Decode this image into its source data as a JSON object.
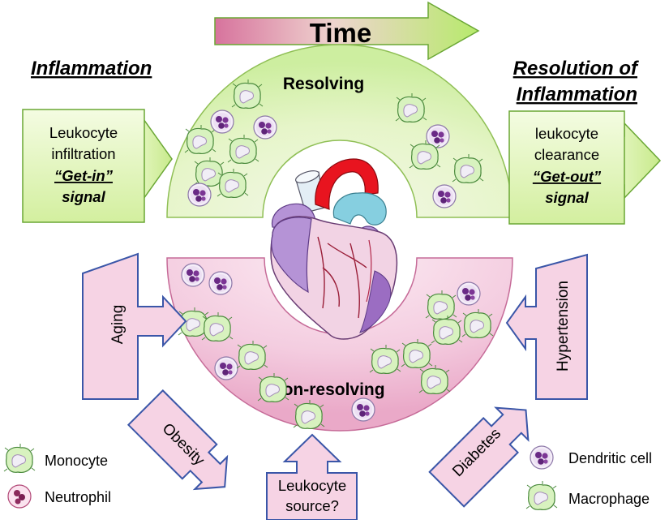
{
  "header": {
    "time_label": "Time"
  },
  "left_title": {
    "line1": "Inflammation"
  },
  "right_title": {
    "line1": "Resolution of",
    "line2": "Inflammation"
  },
  "arc_labels": {
    "resolving": "Resolving",
    "non_resolving": "Non-resolving"
  },
  "get_in_box": {
    "line1": "Leukocyte",
    "line2": "infiltration",
    "line3": "“Get-in”",
    "line4": "signal"
  },
  "get_out_box": {
    "line1": "leukocyte",
    "line2": "clearance",
    "line3": "“Get-out”",
    "line4": "signal"
  },
  "factors": {
    "aging": "Aging",
    "obesity": "Obesity",
    "hypertension": "Hypertension",
    "diabetes": "Diabetes",
    "source_line1": "Leukocyte",
    "source_line2": "source?"
  },
  "legend": {
    "monocyte": "Monocyte",
    "neutrophil": "Neutrophil",
    "dendritic": "Dendritic cell",
    "macrophage": "Macrophage"
  },
  "colors": {
    "accent_green": "#d4f0a4",
    "accent_pink": "#f5c6dc",
    "box_border_blue": "#3a56a8",
    "artery_red": "#e8141f",
    "heart_purple": "#b08cd0"
  }
}
